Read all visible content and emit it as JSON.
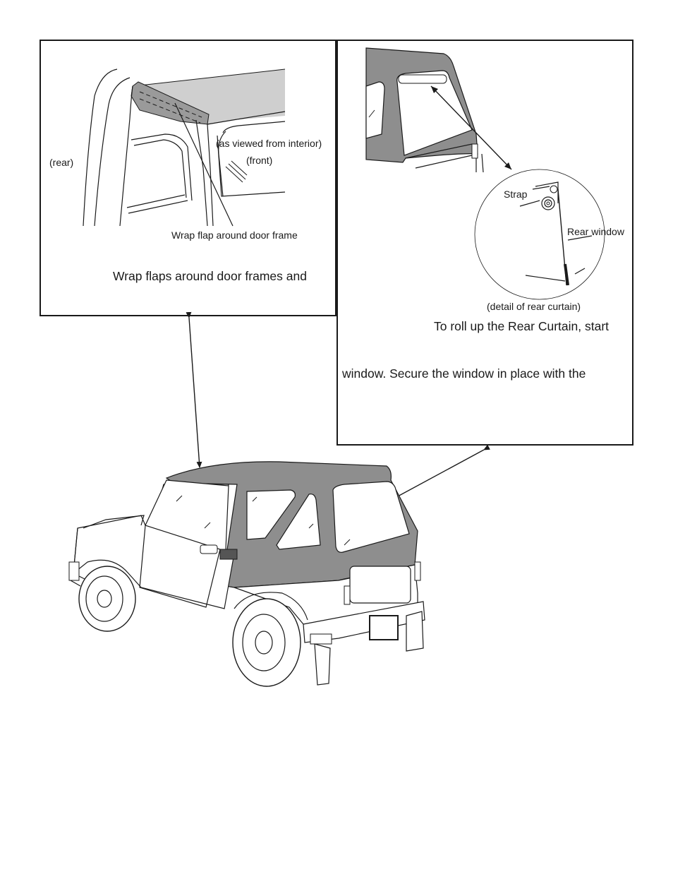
{
  "left_panel": {
    "label_rear": "(rear)",
    "label_viewed_from": "(as viewed from interior)",
    "label_front": "(front)",
    "label_wrap_flap": "Wrap flap around door frame",
    "body_text": "Wrap flaps around door frames and"
  },
  "right_panel": {
    "label_strap": "Strap",
    "label_rear_window": "Rear window",
    "label_detail": "(detail of rear curtain)",
    "body_text_1": "To roll up the Rear Curtain, start",
    "body_text_2": "window. Secure the window in place with the"
  },
  "colors": {
    "soft_top_gray": "#8e8e8e",
    "light_top_gray": "#cfcfcf",
    "line": "#1a1a1a"
  }
}
